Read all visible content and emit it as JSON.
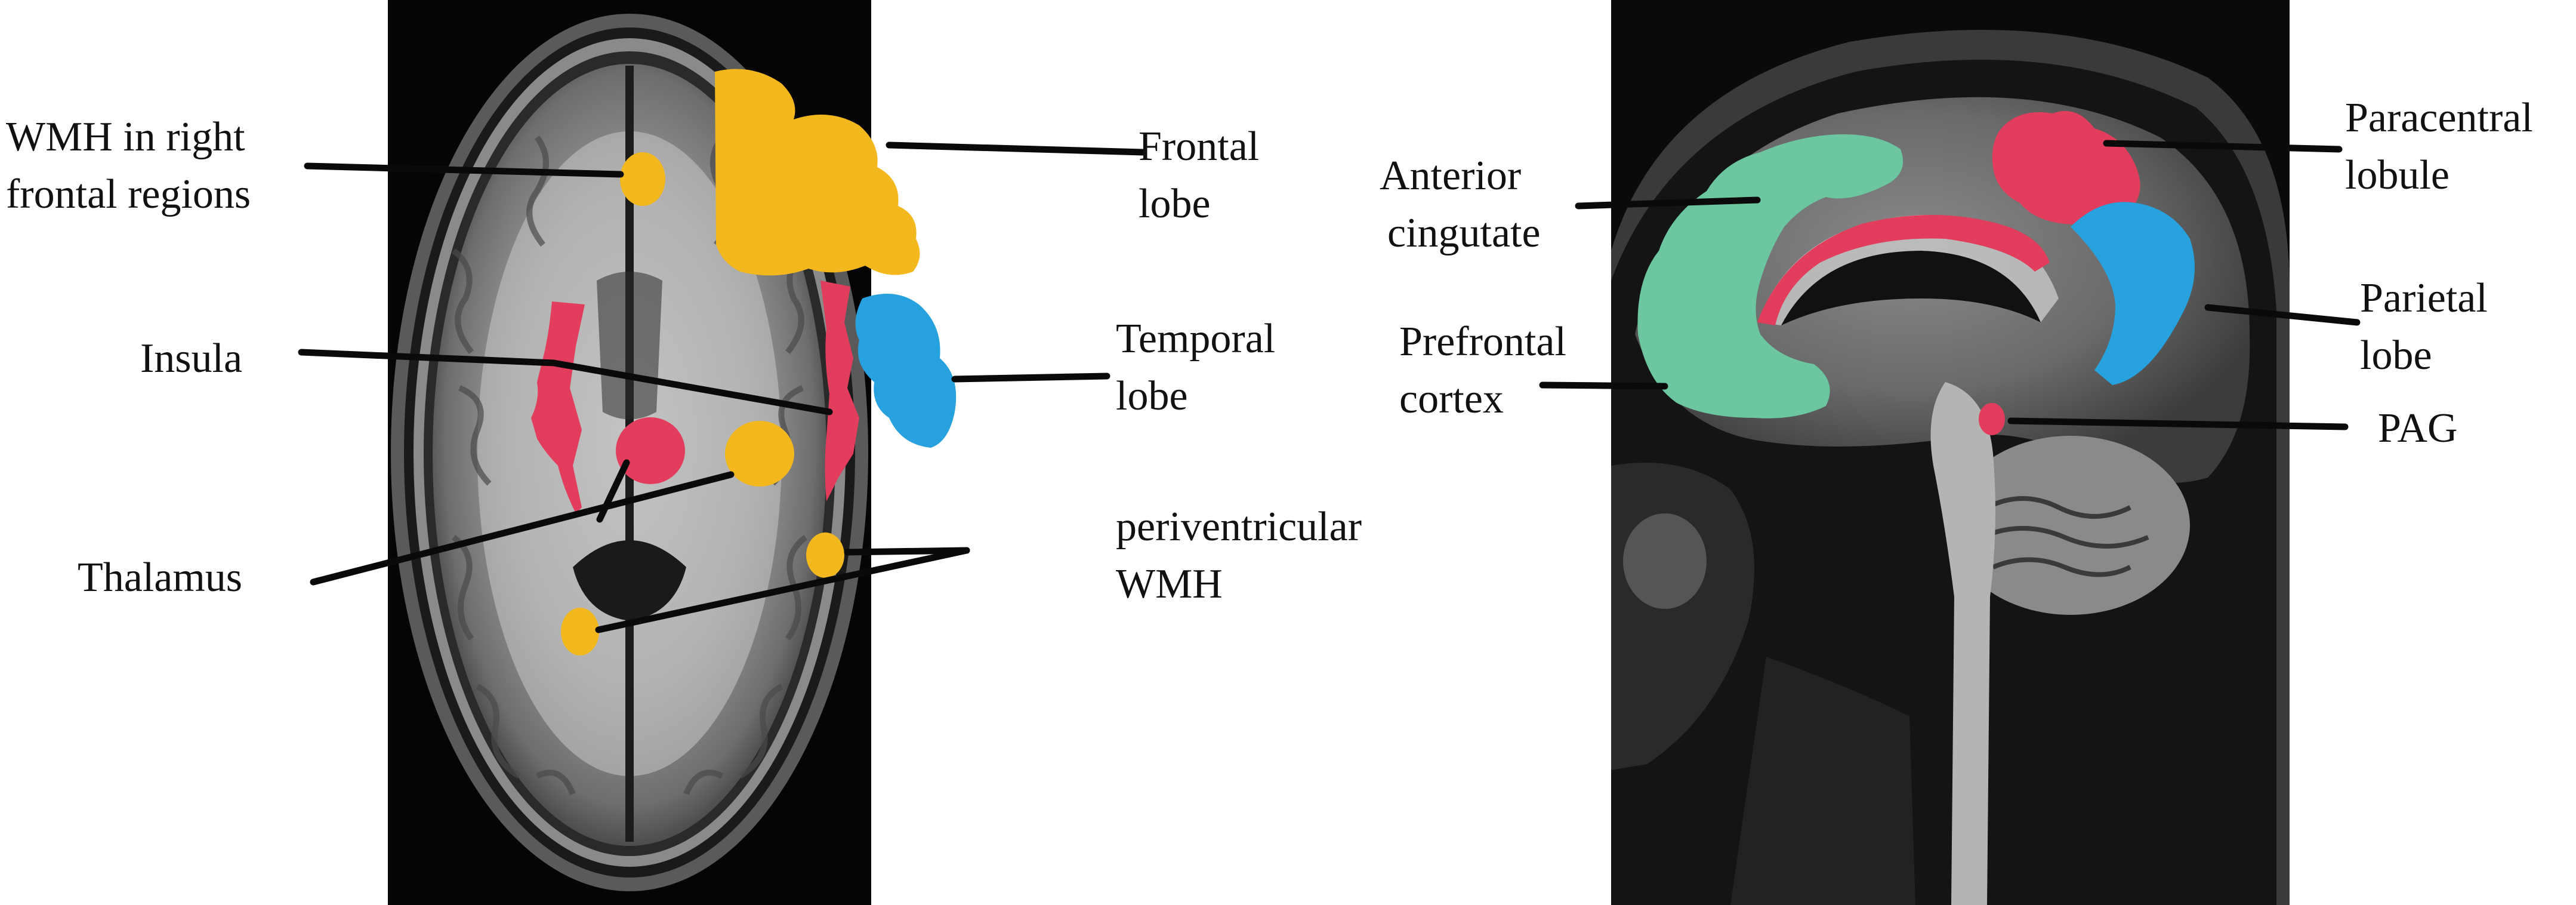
{
  "colors": {
    "frontal": "#F3B81E",
    "temporal": "#27A2DE",
    "insula": "#E23D5C",
    "thalamus": "#E23D5C",
    "wmh": "#F3B81E",
    "cingulate": "#6CC6A0",
    "prefrontal": "#6CC6A0",
    "paracentral": "#E23D5C",
    "parietal": "#27A2DE",
    "pag": "#E23D5C",
    "leader": "#0a0a0a"
  },
  "axial_panel": {
    "labels": {
      "wmh_right_frontal": [
        "WMH in right",
        "frontal regions"
      ],
      "frontal_lobe": [
        "Frontal",
        "lobe"
      ],
      "insula": [
        "Insula"
      ],
      "temporal_lobe": [
        "Temporal",
        "lobe"
      ],
      "thalamus": [
        "Thalamus"
      ],
      "periventricular_wmh": [
        "periventricular",
        "WMH"
      ]
    }
  },
  "sagittal_panel": {
    "labels": {
      "anterior_cingulate": [
        "Anterior",
        "cingutate"
      ],
      "paracentral_lobule": [
        "Paracentral",
        "lobule"
      ],
      "prefrontal_cortex": [
        "Prefrontal",
        "cortex"
      ],
      "parietal_lobe": [
        "Parietal",
        "lobe"
      ],
      "pag": [
        "PAG"
      ]
    }
  }
}
